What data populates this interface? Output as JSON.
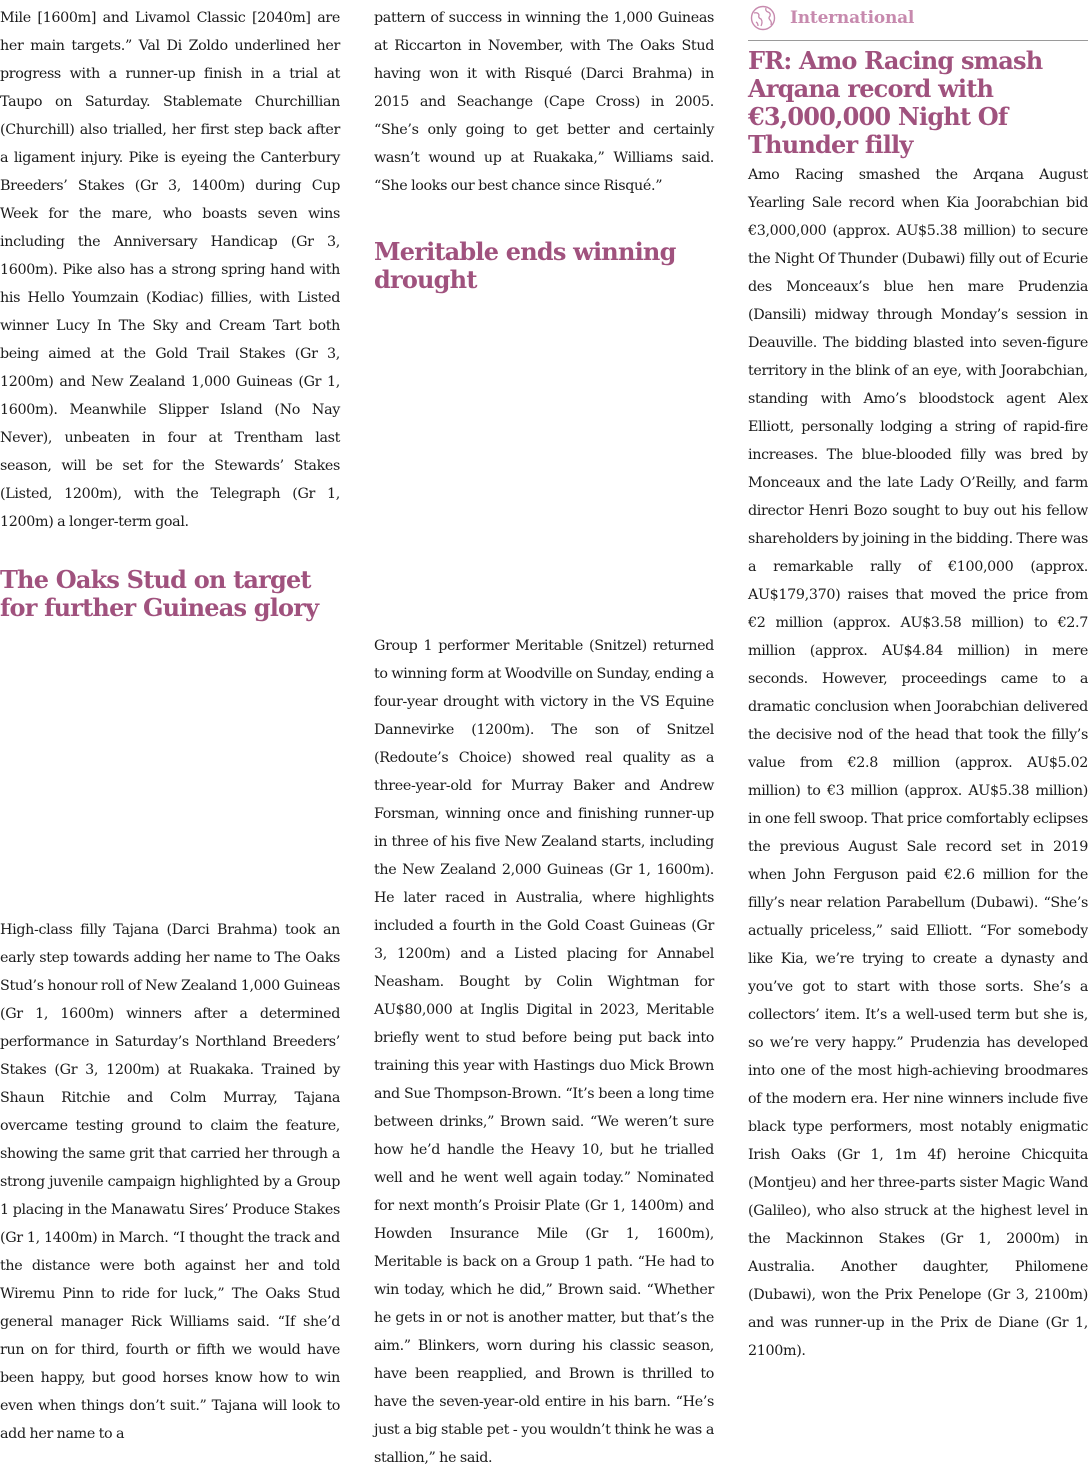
{
  "col1": {
    "para1": "Mile [1600m] and Livamol Classic [2040m] are her main targets.” Val Di Zoldo underlined her progress with a runner-up finish in a trial at Taupo on Saturday. Stablemate Churchillian (Churchill) also trialled, her first step back after a ligament injury. Pike is eyeing the Canterbury Breeders’ Stakes (Gr 3, 1400m) during Cup Week for the mare, who boasts seven wins including the Anniversary Handicap (Gr 3, 1600m). Pike also has a strong spring hand with his Hello Youmzain (Kodiac) fillies, with Listed winner Lucy In The Sky and Cream Tart both being aimed at the Gold Trail Stakes (Gr 3, 1200m) and New Zealand 1,000 Guineas (Gr 1, 1600m). Meanwhile Slipper Island (No Nay Never), unbeaten in four at Trentham last season, will be set for the Stewards’ Stakes (Listed, 1200m), with the Telegraph (Gr 1, 1200m) a longer-term goal.",
    "heading": "The Oaks Stud on target for further Guineas glory",
    "para2": "High-class filly Tajana (Darci Brahma) took an early step towards adding her name to The Oaks Stud’s honour roll of New Zealand 1,000 Guineas (Gr 1, 1600m) winners after a determined performance in Saturday’s Northland Breeders’ Stakes (Gr 3, 1200m) at Ruakaka. Trained by Shaun Ritchie and Colm Murray, Tajana overcame testing ground to claim the feature, showing the same grit that carried her through a strong juvenile campaign highlighted by a Group 1 placing in the Manawatu Sires’ Produce Stakes (Gr 1, 1400m) in March. “I thought the track and the distance were both against her and told Wiremu Pinn to ride for luck,” The Oaks Stud general manager Rick Williams said. “If she’d run on for third, fourth or fifth we would have been happy, but good horses know how to win even when things don’t suit.” Tajana will look to add her name to a"
  },
  "col2": {
    "para1": "pattern of success in winning the 1,000 Guineas at Riccarton in November, with The Oaks Stud having won it with Risqué (Darci Brahma) in 2015 and Seachange (Cape Cross) in 2005. “She’s only going to get better and certainly wasn’t wound up at Ruakaka,” Williams said. “She looks our best chance since Risqué.”",
    "heading": "Meritable ends winning drought",
    "para2": "Group 1 performer Meritable (Snitzel) returned to winning form at Woodville on Sunday, ending a four-year drought with victory in the VS Equine Dannevirke (1200m). The son of Snitzel (Redoute’s Choice) showed real quality as a three-year-old for Murray Baker and Andrew Forsman, winning once and finishing runner-up in three of his five New Zealand starts, including the New Zealand 2,000 Guineas (Gr 1, 1600m). He later raced in Australia, where highlights included a fourth in the Gold Coast Guineas (Gr 3, 1200m) and a Listed placing for Annabel Neasham. Bought by Colin Wightman for AU$80,000 at Inglis Digital in 2023, Meritable briefly went to stud before being put back into training this year with Hastings duo Mick Brown and Sue Thompson-Brown. “It’s been a long time between drinks,” Brown said. “We weren’t sure how he’d handle the Heavy 10, but he trialled well and he went well again today.” Nominated for next month’s Proisir Plate (Gr 1, 1400m) and Howden Insurance Mile (Gr 1, 1600m), Meritable is back on a Group 1 path. “He had to win today, which he did,” Brown said. “Whether he gets in or not is another matter, but that’s the aim.” Blinkers, worn during his classic season, have been reapplied, and Brown is thrilled to have the seven-year-old entire in his barn. “He’s just a big stable pet - you wouldn’t think he was a stallion,” he said."
  },
  "col3": {
    "section_label": "International",
    "section_icon": "globe-icon",
    "heading": "FR: Amo Racing smash Arqana record with €3,000,000 Night Of Thunder filly",
    "para1": "Amo Racing smashed the Arqana August Yearling Sale record when Kia Joorabchian bid €3,000,000 (approx. AU$5.38 million) to secure the Night Of Thunder (Dubawi) filly out of Ecurie des Monceaux’s blue hen mare Prudenzia (Dansili) midway through Monday’s session in Deauville. The bidding blasted into seven-figure territory in the blink of an eye, with Joorabchian, standing with Amo’s bloodstock agent Alex Elliott, personally lodging a string of rapid-fire increases. The blue-blooded filly was bred by Monceaux and the late Lady O’Reilly, and farm director Henri Bozo sought to buy out his fellow shareholders by joining in the bidding. There was a remarkable rally of €100,000 (approx. AU$179,370) raises that moved the price from €2 million (approx. AU$3.58 million) to €2.7 million (approx. AU$4.84 million) in mere seconds. However, proceedings came to a dramatic conclusion when Joorabchian delivered the decisive nod of the head that took the filly’s value from €2.8 million (approx. AU$5.02 million) to €3 million (approx. AU$5.38 million) in one fell swoop. That price comfortably eclipses the previous August Sale record set in 2019 when John Ferguson paid €2.6 million for the filly’s near relation Parabellum (Dubawi). “She’s actually priceless,” said Elliott. “For somebody like Kia, we’re trying to create a dynasty and you’ve got to start with those sorts. She’s a collectors’ item. It’s a well-used term but she is, so we’re very happy.” Prudenzia has developed into one of the most high-achieving broodmares of the modern era. Her nine winners include five black type performers, most notably enigmatic Irish Oaks (Gr 1, 1m 4f) heroine Chicquita (Montjeu) and her three-parts sister Magic Wand (Galileo), who also struck at the highest level in the Mackinnon Stakes (Gr 1, 2000m) in Australia. Another daughter, Philomene (Dubawi), won the Prix Penelope (Gr 3, 2100m) and was runner-up in the Prix de Diane (Gr 1, 2100m)."
  },
  "colors": {
    "heading": "#a0527e",
    "section_label": "#c78aae",
    "text": "#1a1a1a"
  }
}
